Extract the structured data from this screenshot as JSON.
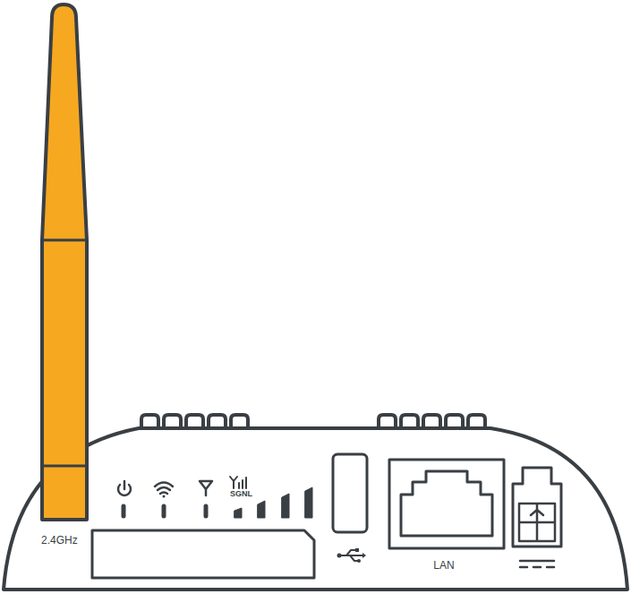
{
  "diagram": {
    "labels": [
      "2.4GHz",
      "SGNL",
      "LAN"
    ]
  }
}
